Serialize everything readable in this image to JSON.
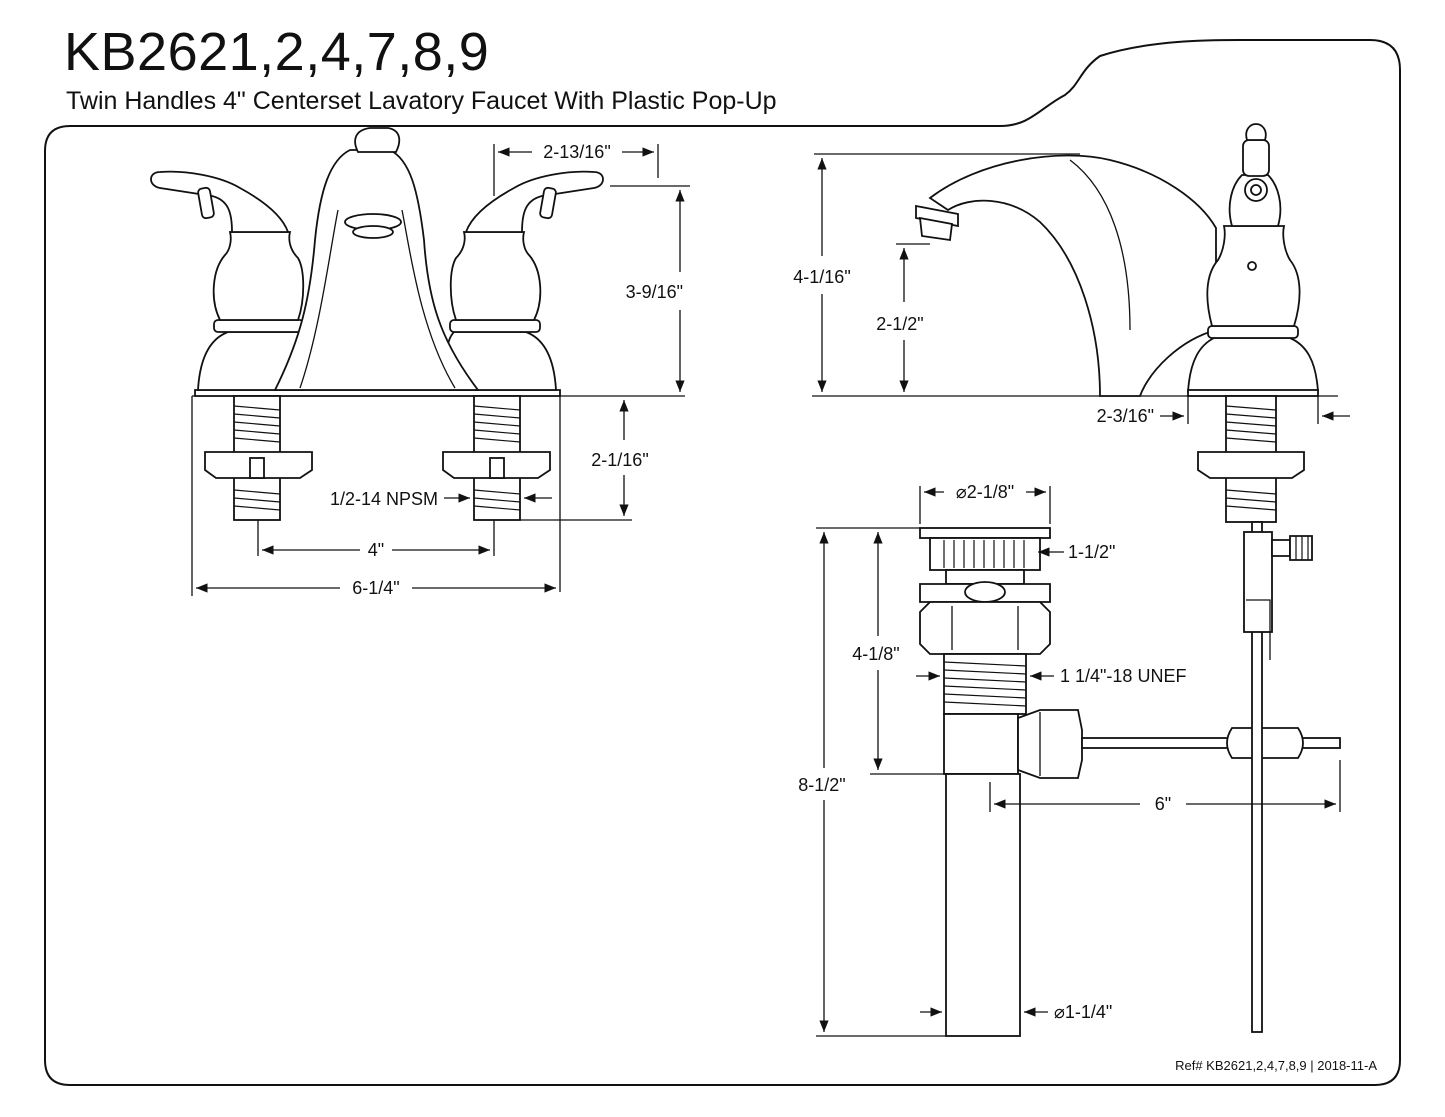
{
  "header": {
    "title": "KB2621,2,4,7,8,9",
    "subtitle": "Twin Handles 4\" Centerset Lavatory Faucet With Plastic Pop-Up"
  },
  "footer": {
    "ref": "Ref# KB2621,2,4,7,8,9 | 2018-11-A"
  },
  "front_view": {
    "dims": {
      "handle_reach": "2-13/16\"",
      "faucet_height": "3-9/16\"",
      "shank_length": "2-1/16\"",
      "thread": "1/2-14 NPSM",
      "center": "4\"",
      "overall_width": "6-1/4\""
    }
  },
  "side_view": {
    "dims": {
      "overall_height": "4-1/16\"",
      "spout_height": "2-1/2\"",
      "spout_reach": "2-3/16\""
    }
  },
  "drain": {
    "dims": {
      "flange_dia": "⌀2-1/8\"",
      "cap_height": "1-1/2\"",
      "body_length": "4-1/8\"",
      "thread": "1 1/4\"-18 UNEF",
      "total_length": "8-1/2\"",
      "rod_length": "6\"",
      "tail_dia": "⌀1-1/4\""
    }
  }
}
